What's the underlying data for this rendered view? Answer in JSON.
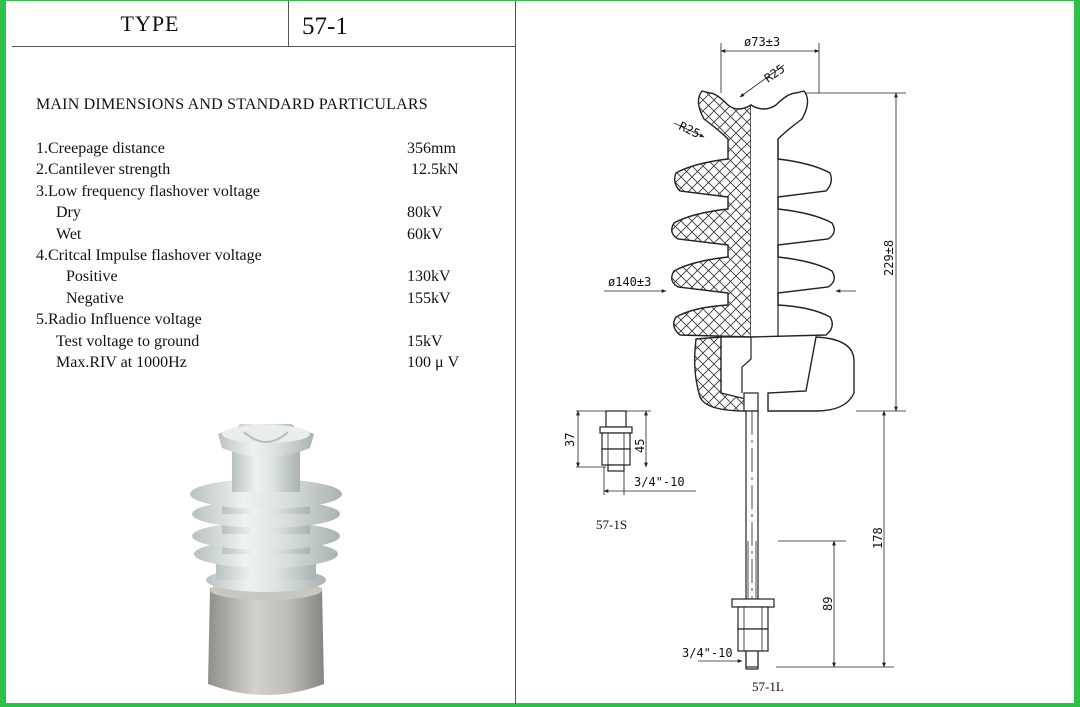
{
  "type_row": {
    "label": "TYPE",
    "value": "57-1"
  },
  "spec": {
    "heading": "MAIN DIMENSIONS AND STANDARD PARTICULARS",
    "rows": [
      {
        "label": "1.Creepage distance",
        "value": "356mm",
        "indent": 0
      },
      {
        "label": "2.Cantilever strength",
        "value": "12.5kN",
        "indent": 0
      },
      {
        "label": "3.Low frequency flashover voltage",
        "value": "",
        "indent": 0
      },
      {
        "label": "Dry",
        "value": "80kV",
        "indent": 1
      },
      {
        "label": "Wet",
        "value": "60kV",
        "indent": 1
      },
      {
        "label": "4.Critcal Impulse flashover voltage",
        "value": "",
        "indent": 0
      },
      {
        "label": "Positive",
        "value": "130kV",
        "indent": 2
      },
      {
        "label": "Negative",
        "value": "155kV",
        "indent": 2
      },
      {
        "label": "5.Radio Influence voltage",
        "value": "",
        "indent": 0
      },
      {
        "label": "Test voltage to ground",
        "value": "15kV",
        "indent": 1
      },
      {
        "label": "Max.RIV at 1000Hz",
        "value": "100 μ V",
        "indent": 1
      }
    ]
  },
  "drawing": {
    "dims": {
      "top_diameter": "ø73±3",
      "top_radius": "R25",
      "shed_radius": "R25",
      "shed_diameter": "ø140±3",
      "height": "229±8",
      "stud_length": "178",
      "thread_length": "89",
      "short_height": "37",
      "short_nut_height": "45",
      "short_thread": "3/4\"-10",
      "long_thread": "3/4\"-10"
    },
    "labels": {
      "short_variant": "57-1S",
      "long_variant": "57-1L"
    }
  },
  "colors": {
    "frame": "#2fc04a",
    "porcelain": "#dfe4e4",
    "metal": "#b4b4ae"
  }
}
